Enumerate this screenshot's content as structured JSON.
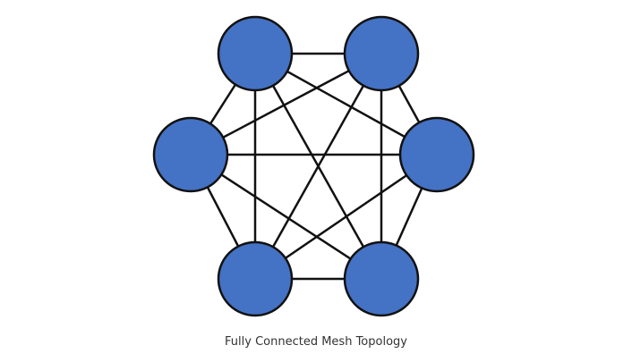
{
  "diagram": {
    "caption": "Fully Connected Mesh Topology",
    "node_fill": "#4472C4",
    "stroke_color": "#111111",
    "nodes": [
      "top-left",
      "top-right",
      "left",
      "right",
      "bottom-left",
      "bottom-right"
    ],
    "topology": "full-mesh"
  }
}
